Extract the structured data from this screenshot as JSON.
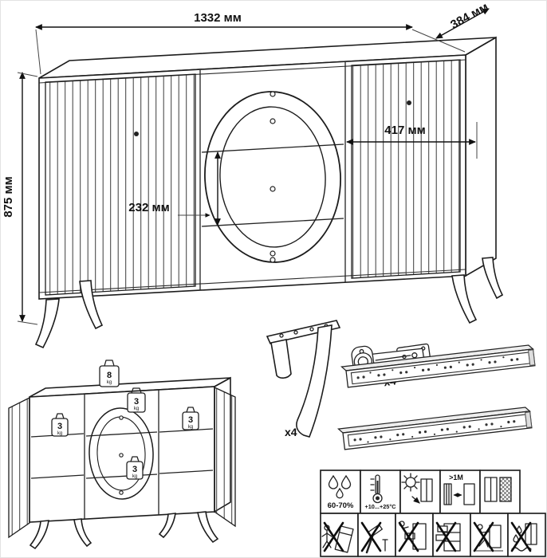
{
  "dims": {
    "width": "1332 мм",
    "depth": "384 мм",
    "height": "875 мм",
    "niche_width": "417 мм",
    "drawer_height": "232 мм"
  },
  "parts": {
    "leg_qty": "x4",
    "hinge_qty": "x4"
  },
  "load": {
    "unit": "kg",
    "top_shelf": "8",
    "inner_shelf": "3"
  },
  "care": {
    "humidity": "60-70%",
    "temperature": "+10...+25°C",
    "wall_distance": ">1M"
  }
}
